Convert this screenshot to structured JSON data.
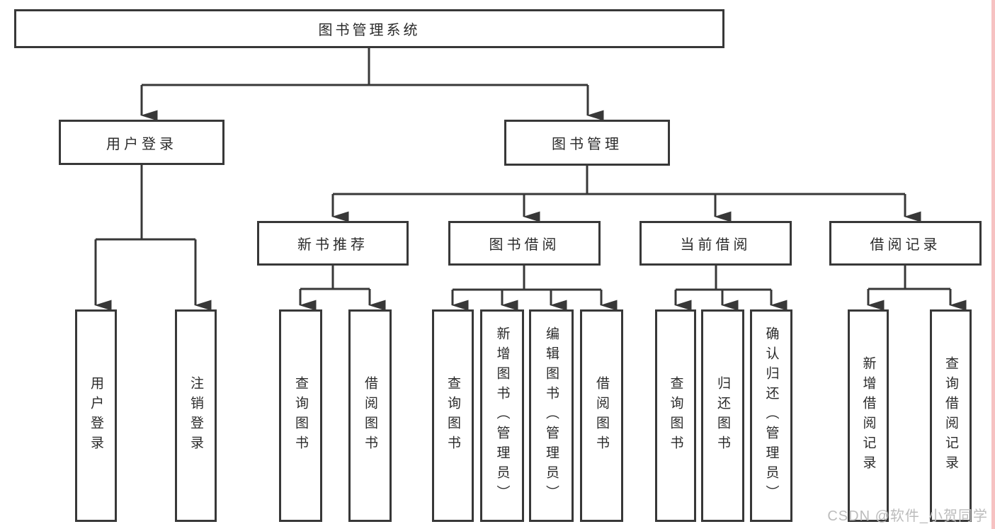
{
  "diagram": {
    "root": {
      "label": "图书管理系统"
    },
    "level2": [
      {
        "label": "用户登录"
      },
      {
        "label": "图书管理"
      }
    ],
    "level3": [
      {
        "label": "新书推荐",
        "parent": "图书管理"
      },
      {
        "label": "图书借阅",
        "parent": "图书管理"
      },
      {
        "label": "当前借阅",
        "parent": "图书管理"
      },
      {
        "label": "借阅记录",
        "parent": "图书管理"
      }
    ],
    "leaves": [
      {
        "label": "用户登录",
        "parent": "用户登录"
      },
      {
        "label": "注销登录",
        "parent": "用户登录"
      },
      {
        "label": "查询图书",
        "parent": "新书推荐"
      },
      {
        "label": "借阅图书",
        "parent": "新书推荐"
      },
      {
        "label": "查询图书",
        "parent": "图书借阅"
      },
      {
        "label": "新增图书（管理员）",
        "parent": "图书借阅"
      },
      {
        "label": "编辑图书（管理员）",
        "parent": "图书借阅"
      },
      {
        "label": "借阅图书",
        "parent": "图书借阅"
      },
      {
        "label": "查询图书",
        "parent": "当前借阅"
      },
      {
        "label": "归还图书",
        "parent": "当前借阅"
      },
      {
        "label": "确认归还（管理员）",
        "parent": "当前借阅"
      },
      {
        "label": "新增借阅记录",
        "parent": "借阅记录"
      },
      {
        "label": "查询借阅记录",
        "parent": "借阅记录"
      }
    ]
  },
  "watermark": {
    "text": "CSDN @软件_小贺同学"
  },
  "colors": {
    "line": "#383838",
    "text": "#2b2b2b",
    "watermark": "#bcbcbc",
    "edge_strip": "#f6c2c2"
  }
}
